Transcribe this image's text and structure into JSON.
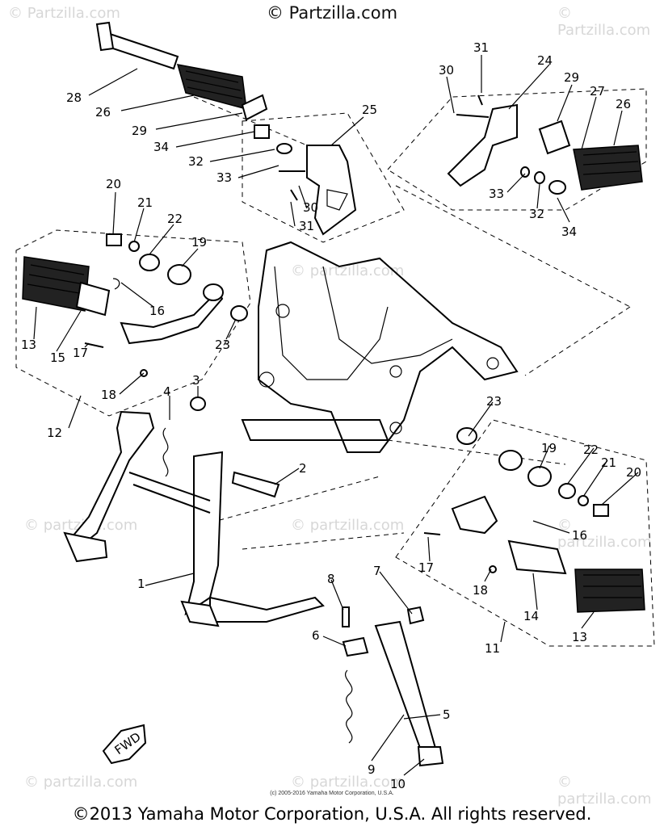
{
  "header": {
    "watermark": "© Partzilla.com"
  },
  "watermarks": {
    "corner": "© Partzilla.com",
    "center": "© partzilla.com"
  },
  "small_copyright": "(c) 2005-2016 Yamaha Motor Corporation, U.S.A.",
  "footer": {
    "copyright": "©2013 Yamaha Motor Corporation, U.S.A. All rights reserved."
  },
  "fwd_label": "FWD",
  "callouts": [
    "1",
    "2",
    "3",
    "4",
    "5",
    "6",
    "7",
    "8",
    "9",
    "10",
    "11",
    "12",
    "13",
    "13",
    "14",
    "15",
    "16",
    "16",
    "17",
    "17",
    "18",
    "18",
    "19",
    "19",
    "20",
    "20",
    "21",
    "21",
    "22",
    "22",
    "23",
    "23",
    "24",
    "25",
    "26",
    "26",
    "27",
    "28",
    "29",
    "29",
    "30",
    "30",
    "31",
    "31",
    "32",
    "32",
    "33",
    "33",
    "34",
    "34"
  ]
}
